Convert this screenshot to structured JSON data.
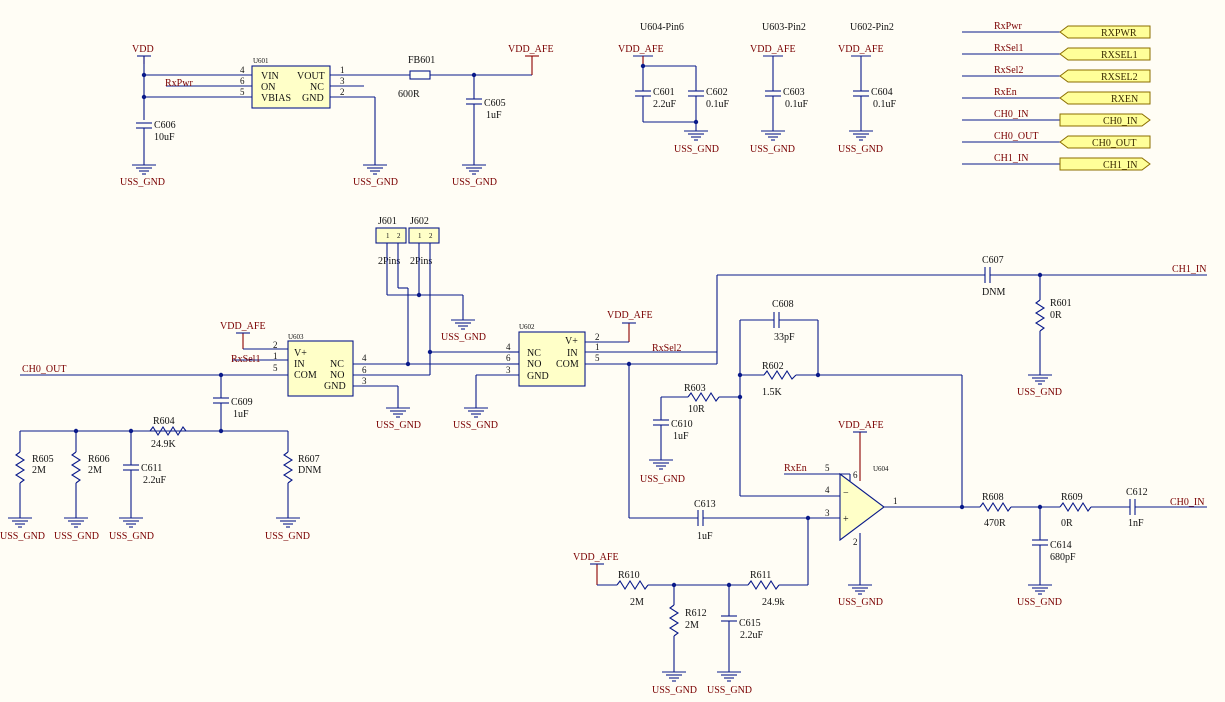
{
  "nets": {
    "vdd": "VDD",
    "vdd_afe": "VDD_AFE",
    "gnd": "USS_GND",
    "rxpwr": "RxPwr",
    "rxsel1": "RxSel1",
    "rxsel2": "RxSel2",
    "rxen": "RxEn",
    "ch0_in": "CH0_IN",
    "ch0_out": "CH0_OUT",
    "ch1_in": "CH1_IN"
  },
  "ports": [
    {
      "net": "RxPwr",
      "flag": "RXPWR"
    },
    {
      "net": "RxSel1",
      "flag": "RXSEL1"
    },
    {
      "net": "RxSel2",
      "flag": "RXSEL2"
    },
    {
      "net": "RxEn",
      "flag": "RXEN"
    },
    {
      "net": "CH0_IN",
      "flag": "CH0_IN"
    },
    {
      "net": "CH0_OUT",
      "flag": "CH0_OUT"
    },
    {
      "net": "CH1_IN",
      "flag": "CH1_IN"
    }
  ],
  "decoupling": {
    "u604": "U604-Pin6",
    "u603": "U603-Pin2",
    "u602": "U602-Pin2"
  },
  "u601": {
    "ref": "U601",
    "left_pins": [
      {
        "name": "VIN",
        "num": "4"
      },
      {
        "name": "ON",
        "num": "6"
      },
      {
        "name": "VBIAS",
        "num": "5"
      }
    ],
    "right_pins": [
      {
        "name": "VOUT",
        "num": "1"
      },
      {
        "name": "NC",
        "num": "3"
      },
      {
        "name": "GND",
        "num": "2"
      }
    ]
  },
  "u603": {
    "ref": "U603",
    "left_pins": [
      {
        "name": "V+",
        "num": "2"
      },
      {
        "name": "IN",
        "num": "1"
      },
      {
        "name": "COM",
        "num": "5"
      }
    ],
    "right_pins": [
      {
        "name": "NC",
        "num": "4"
      },
      {
        "name": "NO",
        "num": "6"
      },
      {
        "name": "GND",
        "num": "3"
      }
    ]
  },
  "u602": {
    "ref": "U602",
    "left_pins": [
      {
        "name": "NC",
        "num": "4"
      },
      {
        "name": "NO",
        "num": "6"
      },
      {
        "name": "GND",
        "num": "3"
      }
    ],
    "right_pins": [
      {
        "name": "V+",
        "num": "2"
      },
      {
        "name": "IN",
        "num": "1"
      },
      {
        "name": "COM",
        "num": "5"
      }
    ]
  },
  "u604": {
    "ref": "U604",
    "pin_out": "1",
    "pin_inv": "4",
    "pin_noninv": "3",
    "pin_en": "5",
    "pin_vp": "6",
    "pin_vn": "2"
  },
  "jumpers": [
    {
      "ref": "J601",
      "value": "2Pins",
      "pin1": "1",
      "pin2": "2"
    },
    {
      "ref": "J602",
      "value": "2Pins",
      "pin1": "1",
      "pin2": "2"
    }
  ],
  "fb601": {
    "ref": "FB601",
    "value": "600R"
  },
  "capacitors": {
    "c601": {
      "ref": "C601",
      "value": "2.2uF"
    },
    "c602": {
      "ref": "C602",
      "value": "0.1uF"
    },
    "c603": {
      "ref": "C603",
      "value": "0.1uF"
    },
    "c604": {
      "ref": "C604",
      "value": "0.1uF"
    },
    "c605": {
      "ref": "C605",
      "value": "1uF"
    },
    "c606": {
      "ref": "C606",
      "value": "10uF"
    },
    "c607": {
      "ref": "C607",
      "value": "DNM"
    },
    "c608": {
      "ref": "C608",
      "value": "33pF"
    },
    "c609": {
      "ref": "C609",
      "value": "1uF"
    },
    "c610": {
      "ref": "C610",
      "value": "1uF"
    },
    "c611": {
      "ref": "C611",
      "value": "2.2uF"
    },
    "c612": {
      "ref": "C612",
      "value": "1nF"
    },
    "c613": {
      "ref": "C613",
      "value": "1uF"
    },
    "c614": {
      "ref": "C614",
      "value": "680pF"
    },
    "c615": {
      "ref": "C615",
      "value": "2.2uF"
    }
  },
  "resistors": {
    "r601": {
      "ref": "R601",
      "value": "0R"
    },
    "r602": {
      "ref": "R602",
      "value": "1.5K"
    },
    "r603": {
      "ref": "R603",
      "value": "10R"
    },
    "r604": {
      "ref": "R604",
      "value": "24.9K"
    },
    "r605": {
      "ref": "R605",
      "value": "2M"
    },
    "r606": {
      "ref": "R606",
      "value": "2M"
    },
    "r607": {
      "ref": "R607",
      "value": "DNM"
    },
    "r608": {
      "ref": "R608",
      "value": "470R"
    },
    "r609": {
      "ref": "R609",
      "value": "0R"
    },
    "r610": {
      "ref": "R610",
      "value": "2M"
    },
    "r611": {
      "ref": "R611",
      "value": "24.9k"
    },
    "r612": {
      "ref": "R612",
      "value": "2M"
    }
  }
}
